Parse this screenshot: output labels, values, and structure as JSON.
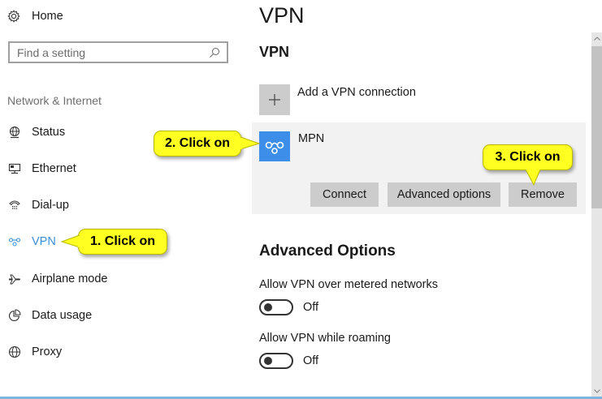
{
  "sidebar": {
    "home": {
      "label": "Home",
      "icon": "gear-icon"
    },
    "search": {
      "placeholder": "Find a setting",
      "value": "",
      "icon": "search-icon"
    },
    "section_label": "Network & Internet",
    "items": [
      {
        "label": "Status",
        "icon": "globe-status-icon",
        "active": false
      },
      {
        "label": "Ethernet",
        "icon": "ethernet-icon",
        "active": false
      },
      {
        "label": "Dial-up",
        "icon": "dialup-phone-icon",
        "active": false
      },
      {
        "label": "VPN",
        "icon": "vpn-icon",
        "active": true
      },
      {
        "label": "Airplane mode",
        "icon": "airplane-icon",
        "active": false
      },
      {
        "label": "Data usage",
        "icon": "pie-chart-icon",
        "active": false
      },
      {
        "label": "Proxy",
        "icon": "globe-icon",
        "active": false
      }
    ]
  },
  "main": {
    "title": "VPN",
    "section_title": "VPN",
    "add_connection": {
      "label": "Add a VPN connection",
      "icon": "plus-icon"
    },
    "connection": {
      "name": "MPN",
      "icon": "vpn-connection-icon",
      "buttons": {
        "connect": "Connect",
        "advanced": "Advanced options",
        "remove": "Remove"
      }
    },
    "advanced": {
      "title": "Advanced Options",
      "settings": [
        {
          "label": "Allow VPN over metered networks",
          "state": "Off"
        },
        {
          "label": "Allow VPN while roaming",
          "state": "Off"
        }
      ]
    }
  },
  "callouts": [
    {
      "label": "1. Click on"
    },
    {
      "label": "2. Click on"
    },
    {
      "label": "3. Click on"
    }
  ],
  "colors": {
    "accent": "#3b8fd8",
    "tile_blue": "#3d8ee8",
    "button_gray": "#cccccc",
    "card_bg": "#f2f2f2",
    "callout_yellow": "#ffff22"
  }
}
